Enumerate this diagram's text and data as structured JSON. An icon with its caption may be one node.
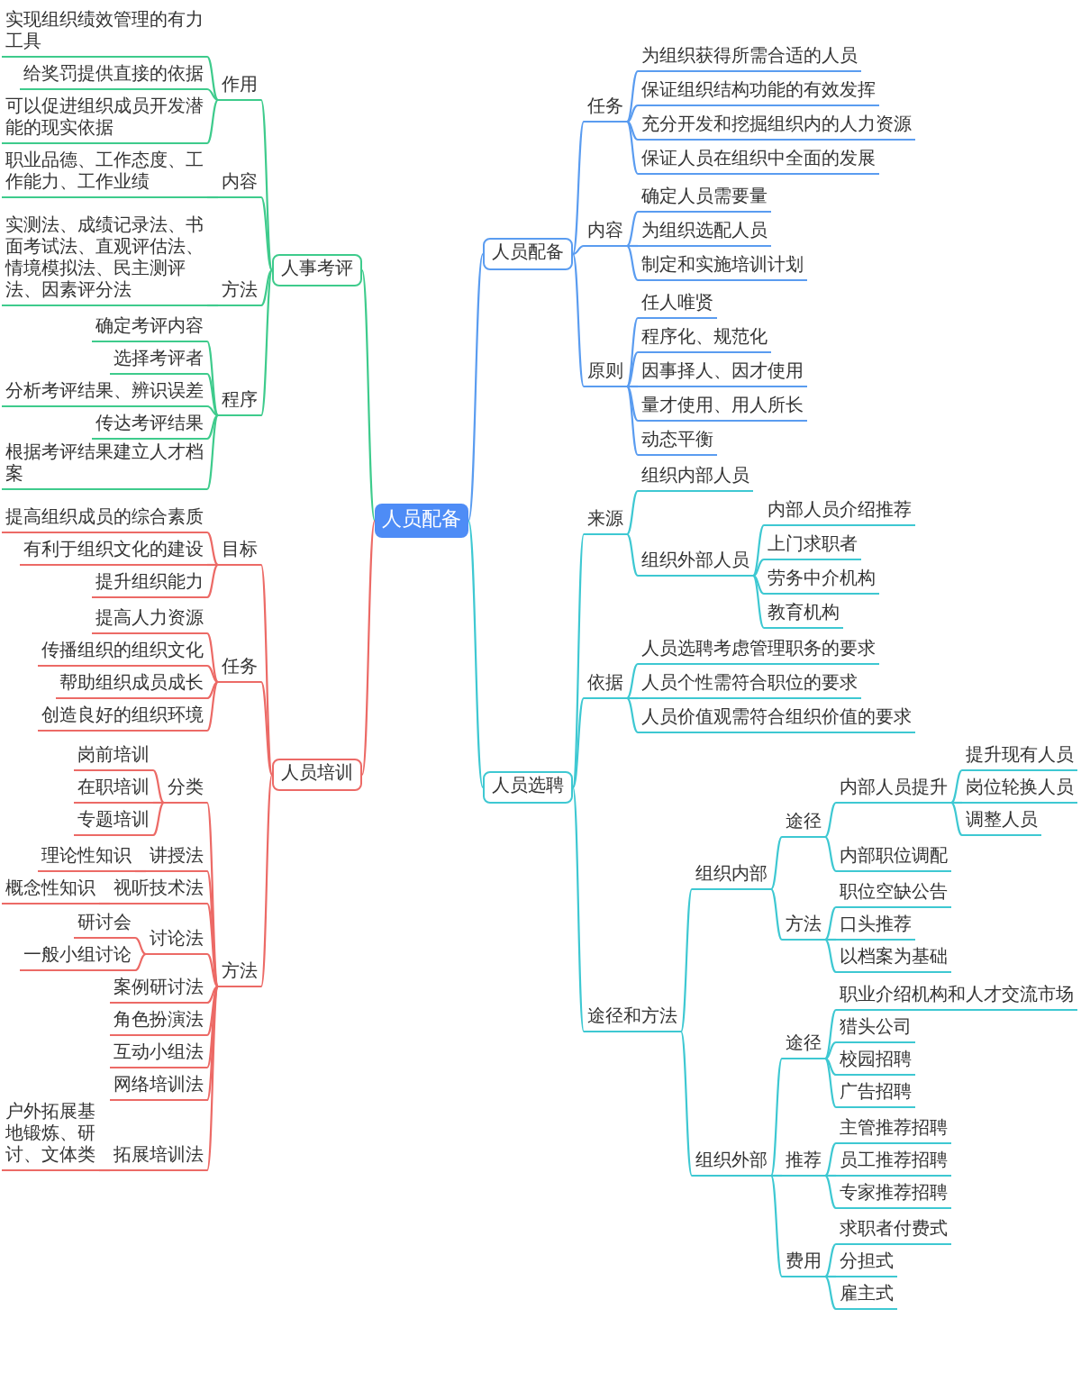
{
  "diagram": {
    "nodes": [
      {
        "text": [
          "人员配备"
        ]
      },
      {
        "text": [
          "人员配备"
        ]
      },
      {
        "text": [
          "任务"
        ]
      },
      {
        "text": [
          "为组织获得所需合适的人员"
        ]
      },
      {
        "text": [
          "保证组织结构功能的有效发挥"
        ]
      },
      {
        "text": [
          "充分开发和挖掘组织内的人力资源"
        ]
      },
      {
        "text": [
          "保证人员在组织中全面的发展"
        ]
      },
      {
        "text": [
          "内容"
        ]
      },
      {
        "text": [
          "确定人员需要量"
        ]
      },
      {
        "text": [
          "为组织选配人员"
        ]
      },
      {
        "text": [
          "制定和实施培训计划"
        ]
      },
      {
        "text": [
          "原则"
        ]
      },
      {
        "text": [
          "任人唯贤"
        ]
      },
      {
        "text": [
          "程序化、规范化"
        ]
      },
      {
        "text": [
          "因事择人、因才使用"
        ]
      },
      {
        "text": [
          "量才使用、用人所长"
        ]
      },
      {
        "text": [
          "动态平衡"
        ]
      },
      {
        "text": [
          "人员选聘"
        ]
      },
      {
        "text": [
          "来源"
        ]
      },
      {
        "text": [
          "组织内部人员"
        ]
      },
      {
        "text": [
          "组织外部人员"
        ]
      },
      {
        "text": [
          "内部人员介绍推荐"
        ]
      },
      {
        "text": [
          "上门求职者"
        ]
      },
      {
        "text": [
          "劳务中介机构"
        ]
      },
      {
        "text": [
          "教育机构"
        ]
      },
      {
        "text": [
          "依据"
        ]
      },
      {
        "text": [
          "人员选聘考虑管理职务的要求"
        ]
      },
      {
        "text": [
          "人员个性需符合职位的要求"
        ]
      },
      {
        "text": [
          "人员价值观需符合组织价值的要求"
        ]
      },
      {
        "text": [
          "途径和方法"
        ]
      },
      {
        "text": [
          "组织内部"
        ]
      },
      {
        "text": [
          "途径"
        ]
      },
      {
        "text": [
          "内部人员提升"
        ]
      },
      {
        "text": [
          "提升现有人员"
        ]
      },
      {
        "text": [
          "岗位轮换人员"
        ]
      },
      {
        "text": [
          "调整人员"
        ]
      },
      {
        "text": [
          "内部职位调配"
        ]
      },
      {
        "text": [
          "方法"
        ]
      },
      {
        "text": [
          "职位空缺公告"
        ]
      },
      {
        "text": [
          "口头推荐"
        ]
      },
      {
        "text": [
          "以档案为基础"
        ]
      },
      {
        "text": [
          "组织外部"
        ]
      },
      {
        "text": [
          "途径"
        ]
      },
      {
        "text": [
          "职业介绍机构和人才交流市场"
        ]
      },
      {
        "text": [
          "猎头公司"
        ]
      },
      {
        "text": [
          "校园招聘"
        ]
      },
      {
        "text": [
          "广告招聘"
        ]
      },
      {
        "text": [
          "推荐"
        ]
      },
      {
        "text": [
          "主管推荐招聘"
        ]
      },
      {
        "text": [
          "员工推荐招聘"
        ]
      },
      {
        "text": [
          "专家推荐招聘"
        ]
      },
      {
        "text": [
          "费用"
        ]
      },
      {
        "text": [
          "求职者付费式"
        ]
      },
      {
        "text": [
          "分担式"
        ]
      },
      {
        "text": [
          "雇主式"
        ]
      },
      {
        "text": [
          "人事考评"
        ]
      },
      {
        "text": [
          "作用"
        ]
      },
      {
        "text": [
          "实现组织绩效管理的有力工具"
        ]
      },
      {
        "text": [
          "给奖罚提供直接的依据"
        ]
      },
      {
        "text": [
          "可以促进组织成员开发潜能的现实依据"
        ]
      },
      {
        "text": [
          "内容"
        ]
      },
      {
        "text": [
          "职业品德、工作态度、工作能力、工作业绩"
        ]
      },
      {
        "text": [
          "方法"
        ]
      },
      {
        "text": [
          "实测法、成绩记录法、书面考试法、直观评估法、情境模拟法、民主测评法、因素评分法"
        ]
      },
      {
        "text": [
          "程序"
        ]
      },
      {
        "text": [
          "确定考评内容"
        ]
      },
      {
        "text": [
          "选择考评者"
        ]
      },
      {
        "text": [
          "分析考评结果、辨识误差"
        ]
      },
      {
        "text": [
          "传达考评结果"
        ]
      },
      {
        "text": [
          "根据考评结果建立人才档案"
        ]
      },
      {
        "text": [
          "人员培训"
        ]
      },
      {
        "text": [
          "目标"
        ]
      },
      {
        "text": [
          "提高组织成员的综合素质"
        ]
      },
      {
        "text": [
          "有利于组织文化的建设"
        ]
      },
      {
        "text": [
          "提升组织能力"
        ]
      },
      {
        "text": [
          "任务"
        ]
      },
      {
        "text": [
          "提高人力资源"
        ]
      },
      {
        "text": [
          "传播组织的组织文化"
        ]
      },
      {
        "text": [
          "帮助组织成员成长"
        ]
      },
      {
        "text": [
          "创造良好的组织环境"
        ]
      },
      {
        "text": [
          "方法"
        ]
      },
      {
        "text": [
          "分类"
        ]
      },
      {
        "text": [
          "岗前培训"
        ]
      },
      {
        "text": [
          "在职培训"
        ]
      },
      {
        "text": [
          "专题培训"
        ]
      },
      {
        "text": [
          "讲授法"
        ]
      },
      {
        "text": [
          "理论性知识"
        ]
      },
      {
        "text": [
          "视听技术法"
        ]
      },
      {
        "text": [
          "概念性知识"
        ]
      },
      {
        "text": [
          "讨论法"
        ]
      },
      {
        "text": [
          "研讨会"
        ]
      },
      {
        "text": [
          "一般小组讨论"
        ]
      },
      {
        "text": [
          "案例研讨法"
        ]
      },
      {
        "text": [
          "角色扮演法"
        ]
      },
      {
        "text": [
          "互动小组法"
        ]
      },
      {
        "text": [
          "网络培训法"
        ]
      },
      {
        "text": [
          "拓展培训法"
        ]
      },
      {
        "text": [
          "户外拓展基地锻炼、研讨、文体类"
        ]
      }
    ],
    "edges": [
      {
        "from": 0,
        "to": 1,
        "arrow": "none",
        "color": "#5a9cf0"
      },
      {
        "from": 1,
        "to": 2,
        "arrow": "none",
        "color": "#5a9cf0"
      },
      {
        "from": 2,
        "to": 3,
        "arrow": "none",
        "color": "#5a9cf0"
      },
      {
        "from": 2,
        "to": 4,
        "arrow": "none",
        "color": "#5a9cf0"
      },
      {
        "from": 2,
        "to": 5,
        "arrow": "none",
        "color": "#5a9cf0"
      },
      {
        "from": 2,
        "to": 6,
        "arrow": "none",
        "color": "#5a9cf0"
      },
      {
        "from": 1,
        "to": 7,
        "arrow": "none",
        "color": "#5a9cf0"
      },
      {
        "from": 7,
        "to": 8,
        "arrow": "none",
        "color": "#5a9cf0"
      },
      {
        "from": 7,
        "to": 9,
        "arrow": "none",
        "color": "#5a9cf0"
      },
      {
        "from": 7,
        "to": 10,
        "arrow": "none",
        "color": "#5a9cf0"
      },
      {
        "from": 1,
        "to": 11,
        "arrow": "none",
        "color": "#5a9cf0"
      },
      {
        "from": 11,
        "to": 12,
        "arrow": "none",
        "color": "#5a9cf0"
      },
      {
        "from": 11,
        "to": 13,
        "arrow": "none",
        "color": "#5a9cf0"
      },
      {
        "from": 11,
        "to": 14,
        "arrow": "none",
        "color": "#5a9cf0"
      },
      {
        "from": 11,
        "to": 15,
        "arrow": "none",
        "color": "#5a9cf0"
      },
      {
        "from": 11,
        "to": 16,
        "arrow": "none",
        "color": "#5a9cf0"
      },
      {
        "from": 0,
        "to": 17,
        "arrow": "none"
      },
      {
        "from": 17,
        "to": 18,
        "arrow": "none"
      },
      {
        "from": 18,
        "to": 19,
        "arrow": "none"
      },
      {
        "from": 18,
        "to": 20,
        "arrow": "none"
      },
      {
        "from": 20,
        "to": 21,
        "arrow": "none"
      },
      {
        "from": 20,
        "to": 22,
        "arrow": "none"
      },
      {
        "from": 20,
        "to": 23,
        "arrow": "none"
      },
      {
        "from": 20,
        "to": 24,
        "arrow": "none"
      },
      {
        "from": 17,
        "to": 25,
        "arrow": "none"
      },
      {
        "from": 25,
        "to": 26,
        "arrow": "none"
      },
      {
        "from": 25,
        "to": 27,
        "arrow": "none"
      },
      {
        "from": 25,
        "to": 28,
        "arrow": "none"
      },
      {
        "from": 17,
        "to": 29,
        "arrow": "none"
      },
      {
        "from": 29,
        "to": 30,
        "arrow": "none"
      },
      {
        "from": 30,
        "to": 31,
        "arrow": "none"
      },
      {
        "from": 31,
        "to": 32,
        "arrow": "none"
      },
      {
        "from": 32,
        "to": 33,
        "arrow": "none"
      },
      {
        "from": 32,
        "to": 34,
        "arrow": "none"
      },
      {
        "from": 32,
        "to": 35,
        "arrow": "none"
      },
      {
        "from": 31,
        "to": 36,
        "arrow": "none"
      },
      {
        "from": 30,
        "to": 37,
        "arrow": "none"
      },
      {
        "from": 37,
        "to": 38,
        "arrow": "none"
      },
      {
        "from": 37,
        "to": 39,
        "arrow": "none"
      },
      {
        "from": 37,
        "to": 40,
        "arrow": "none"
      },
      {
        "from": 29,
        "to": 41,
        "arrow": "none"
      },
      {
        "from": 41,
        "to": 42,
        "arrow": "none"
      },
      {
        "from": 42,
        "to": 43,
        "arrow": "none"
      },
      {
        "from": 42,
        "to": 44,
        "arrow": "none"
      },
      {
        "from": 42,
        "to": 45,
        "arrow": "none"
      },
      {
        "from": 42,
        "to": 46,
        "arrow": "none"
      },
      {
        "from": 41,
        "to": 47,
        "arrow": "none"
      },
      {
        "from": 47,
        "to": 48,
        "arrow": "none"
      },
      {
        "from": 47,
        "to": 49,
        "arrow": "none"
      },
      {
        "from": 47,
        "to": 50,
        "arrow": "none"
      },
      {
        "from": 41,
        "to": 51,
        "arrow": "none"
      },
      {
        "from": 51,
        "to": 52,
        "arrow": "none"
      },
      {
        "from": 51,
        "to": 53,
        "arrow": "none"
      },
      {
        "from": 51,
        "to": 54,
        "arrow": "none"
      },
      {
        "from": 0,
        "to": 55,
        "arrow": "none",
        "color": "#3ecb8c"
      },
      {
        "from": 55,
        "to": 56,
        "arrow": "none",
        "color": "#3ecb8c"
      },
      {
        "from": 56,
        "to": 57,
        "arrow": "none",
        "color": "#3ecb8c"
      },
      {
        "from": 56,
        "to": 58,
        "arrow": "none",
        "color": "#3ecb8c"
      },
      {
        "from": 56,
        "to": 59,
        "arrow": "none",
        "color": "#3ecb8c"
      },
      {
        "from": 55,
        "to": 60,
        "arrow": "none",
        "color": "#3ecb8c"
      },
      {
        "from": 60,
        "to": 61,
        "arrow": "none",
        "color": "#3ecb8c"
      },
      {
        "from": 55,
        "to": 62,
        "arrow": "none",
        "color": "#3ecb8c"
      },
      {
        "from": 62,
        "to": 63,
        "arrow": "none",
        "color": "#3ecb8c"
      },
      {
        "from": 55,
        "to": 64,
        "arrow": "none",
        "color": "#3ecb8c"
      },
      {
        "from": 64,
        "to": 65,
        "arrow": "none",
        "color": "#3ecb8c"
      },
      {
        "from": 64,
        "to": 66,
        "arrow": "none",
        "color": "#3ecb8c"
      },
      {
        "from": 64,
        "to": 67,
        "arrow": "none",
        "color": "#3ecb8c"
      },
      {
        "from": 64,
        "to": 68,
        "arrow": "none",
        "color": "#3ecb8c"
      },
      {
        "from": 64,
        "to": 69,
        "arrow": "none",
        "color": "#3ecb8c"
      },
      {
        "from": 0,
        "to": 70,
        "arrow": "none",
        "color": "#ec6a66"
      },
      {
        "from": 70,
        "to": 71,
        "arrow": "none",
        "color": "#ec6a66"
      },
      {
        "from": 71,
        "to": 72,
        "arrow": "none",
        "color": "#ec6a66"
      },
      {
        "from": 71,
        "to": 73,
        "arrow": "none",
        "color": "#ec6a66"
      },
      {
        "from": 71,
        "to": 74,
        "arrow": "none",
        "color": "#ec6a66"
      },
      {
        "from": 70,
        "to": 75,
        "arrow": "none",
        "color": "#ec6a66"
      },
      {
        "from": 75,
        "to": 76,
        "arrow": "none",
        "color": "#ec6a66"
      },
      {
        "from": 75,
        "to": 77,
        "arrow": "none",
        "color": "#ec6a66"
      },
      {
        "from": 75,
        "to": 78,
        "arrow": "none",
        "color": "#ec6a66"
      },
      {
        "from": 75,
        "to": 79,
        "arrow": "none",
        "color": "#ec6a66"
      },
      {
        "from": 70,
        "to": 80,
        "arrow": "none",
        "color": "#ec6a66"
      },
      {
        "from": 80,
        "to": 81,
        "arrow": "none",
        "color": "#ec6a66"
      },
      {
        "from": 81,
        "to": 82,
        "arrow": "none",
        "color": "#ec6a66"
      },
      {
        "from": 81,
        "to": 83,
        "arrow": "none",
        "color": "#ec6a66"
      },
      {
        "from": 81,
        "to": 84,
        "arrow": "none",
        "color": "#ec6a66"
      },
      {
        "from": 80,
        "to": 85,
        "arrow": "none",
        "color": "#ec6a66"
      },
      {
        "from": 85,
        "to": 86,
        "arrow": "none",
        "color": "#ec6a66"
      },
      {
        "from": 80,
        "to": 87,
        "arrow": "none",
        "color": "#ec6a66"
      },
      {
        "from": 87,
        "to": 88,
        "arrow": "none",
        "color": "#ec6a66"
      },
      {
        "from": 80,
        "to": 89,
        "arrow": "none",
        "color": "#ec6a66"
      },
      {
        "from": 89,
        "to": 90,
        "arrow": "none",
        "color": "#ec6a66"
      },
      {
        "from": 89,
        "to": 91,
        "arrow": "none",
        "color": "#ec6a66"
      },
      {
        "from": 80,
        "to": 92,
        "arrow": "none",
        "color": "#ec6a66"
      },
      {
        "from": 80,
        "to": 93,
        "arrow": "none",
        "color": "#ec6a66"
      },
      {
        "from": 80,
        "to": 94,
        "arrow": "none",
        "color": "#ec6a66"
      },
      {
        "from": 80,
        "to": 95,
        "arrow": "none",
        "color": "#ec6a66"
      },
      {
        "from": 80,
        "to": 96,
        "arrow": "none",
        "color": "#ec6a66"
      },
      {
        "from": 96,
        "to": 97,
        "arrow": "none",
        "color": "#ec6a66"
      }
    ]
  }
}
